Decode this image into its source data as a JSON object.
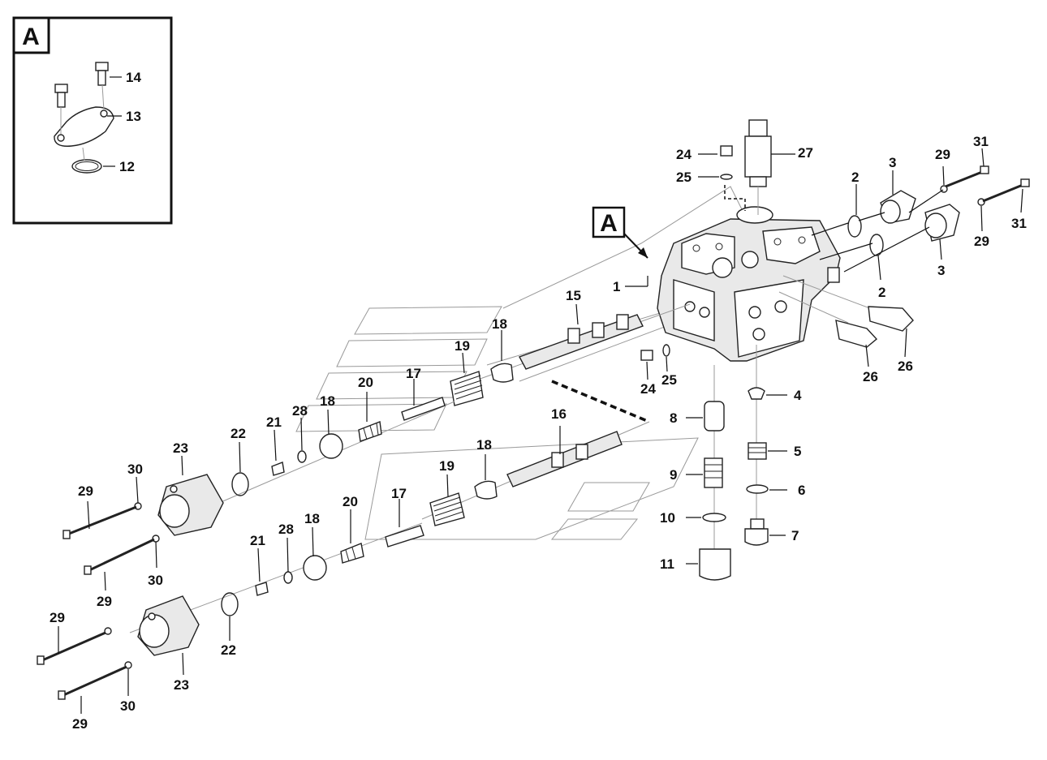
{
  "detail_box": {
    "letter": "A"
  },
  "callout": {
    "letter": "A"
  },
  "labels": {
    "l1": "1",
    "l2a": "2",
    "l2b": "2",
    "l3a": "3",
    "l3b": "3",
    "l4": "4",
    "l5": "5",
    "l6": "6",
    "l7": "7",
    "l8": "8",
    "l9": "9",
    "l10": "10",
    "l11": "11",
    "l12": "12",
    "l13": "13",
    "l14": "14",
    "l15": "15",
    "l16": "16",
    "l17a": "17",
    "l17b": "17",
    "l18a": "18",
    "l18b": "18",
    "l18c": "18",
    "l18d": "18",
    "l19a": "19",
    "l19b": "19",
    "l20a": "20",
    "l20b": "20",
    "l21a": "21",
    "l21b": "21",
    "l22a": "22",
    "l22b": "22",
    "l23a": "23",
    "l23b": "23",
    "l24a": "24",
    "l24b": "24",
    "l25a": "25",
    "l25b": "25",
    "l26a": "26",
    "l26b": "26",
    "l27": "27",
    "l28a": "28",
    "l28b": "28",
    "l29a": "29",
    "l29b": "29",
    "l29c": "29",
    "l29d": "29",
    "l29e": "29",
    "l29f": "29",
    "l30a": "30",
    "l30b": "30",
    "l30c": "30",
    "l31a": "31",
    "l31b": "31"
  }
}
